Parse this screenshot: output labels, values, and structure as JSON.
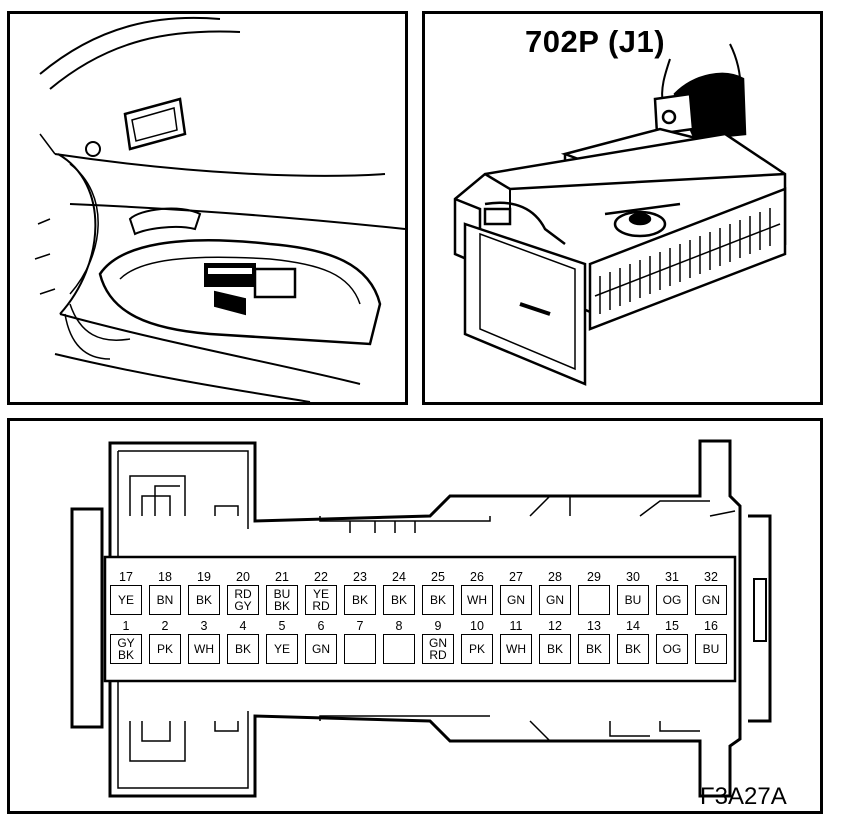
{
  "connector_label": "702P (J1)",
  "figure_code": "F3A27A",
  "pins_top": [
    {
      "num": "17",
      "colors": [
        "YE"
      ]
    },
    {
      "num": "18",
      "colors": [
        "BN"
      ]
    },
    {
      "num": "19",
      "colors": [
        "BK"
      ]
    },
    {
      "num": "20",
      "colors": [
        "RD",
        "GY"
      ]
    },
    {
      "num": "21",
      "colors": [
        "BU",
        "BK"
      ]
    },
    {
      "num": "22",
      "colors": [
        "YE",
        "RD"
      ]
    },
    {
      "num": "23",
      "colors": [
        "BK"
      ]
    },
    {
      "num": "24",
      "colors": [
        "BK"
      ]
    },
    {
      "num": "25",
      "colors": [
        "BK"
      ]
    },
    {
      "num": "26",
      "colors": [
        "WH"
      ]
    },
    {
      "num": "27",
      "colors": [
        "GN"
      ]
    },
    {
      "num": "28",
      "colors": [
        "GN"
      ]
    },
    {
      "num": "29",
      "colors": []
    },
    {
      "num": "30",
      "colors": [
        "BU"
      ]
    },
    {
      "num": "31",
      "colors": [
        "OG"
      ]
    },
    {
      "num": "32",
      "colors": [
        "GN"
      ]
    }
  ],
  "pins_bottom": [
    {
      "num": "1",
      "colors": [
        "GY",
        "BK"
      ]
    },
    {
      "num": "2",
      "colors": [
        "PK"
      ]
    },
    {
      "num": "3",
      "colors": [
        "WH"
      ]
    },
    {
      "num": "4",
      "colors": [
        "BK"
      ]
    },
    {
      "num": "5",
      "colors": [
        "YE"
      ]
    },
    {
      "num": "6",
      "colors": [
        "GN"
      ]
    },
    {
      "num": "7",
      "colors": []
    },
    {
      "num": "8",
      "colors": []
    },
    {
      "num": "9",
      "colors": [
        "GN",
        "RD"
      ]
    },
    {
      "num": "10",
      "colors": [
        "PK"
      ]
    },
    {
      "num": "11",
      "colors": [
        "WH"
      ]
    },
    {
      "num": "12",
      "colors": [
        "BK"
      ]
    },
    {
      "num": "13",
      "colors": [
        "BK"
      ]
    },
    {
      "num": "14",
      "colors": [
        "BK"
      ]
    },
    {
      "num": "15",
      "colors": [
        "OG"
      ]
    },
    {
      "num": "16",
      "colors": [
        "BU"
      ]
    }
  ]
}
